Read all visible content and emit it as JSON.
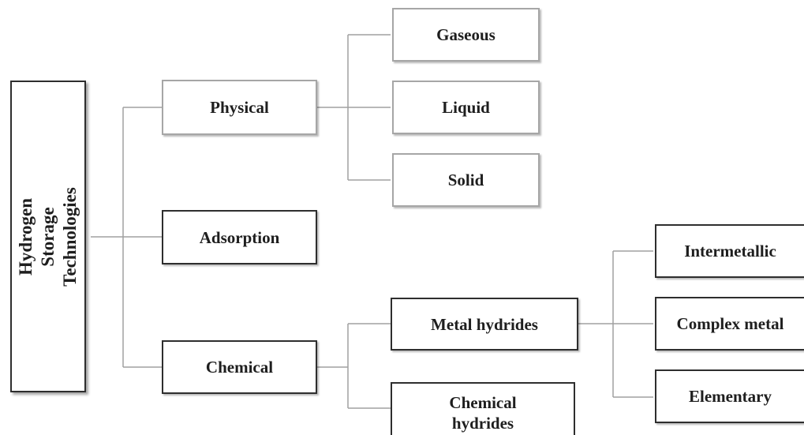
{
  "diagram": {
    "root": "Hydrogen Storage\nTechnologies",
    "categories": {
      "physical": "Physical",
      "adsorption": "Adsorption",
      "chemical": "Chemical"
    },
    "physical_types": {
      "gaseous": "Gaseous",
      "liquid": "Liquid",
      "solid": "Solid"
    },
    "chemical_types": {
      "metal_hydrides": "Metal hydrides",
      "chemical_hydrides": "Chemical\nhydrides"
    },
    "metal_hydride_types": {
      "intermetallic": "Intermetallic",
      "complex_metal": "Complex metal",
      "elementary": "Elementary"
    }
  }
}
